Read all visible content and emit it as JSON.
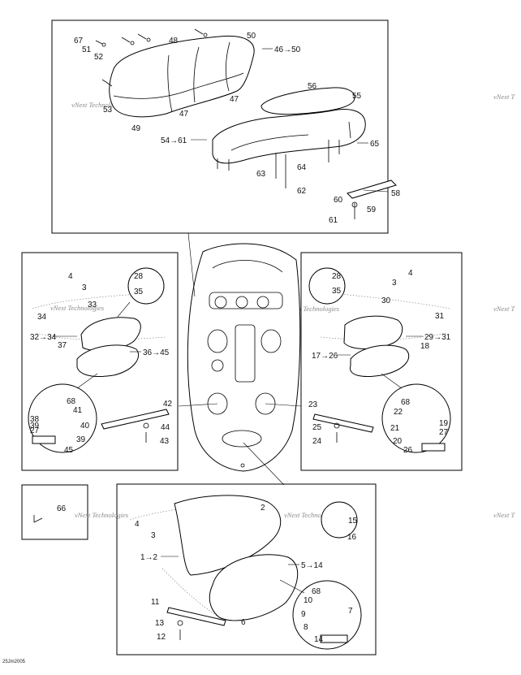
{
  "watermark": "vNext Technologies",
  "code": "25Jm2005",
  "labels": {
    "l1": "67",
    "l2": "51",
    "l3": "52",
    "l4": "48",
    "l5": "50",
    "l6": "46→50",
    "l7": "53",
    "l8": "49",
    "l9": "47",
    "l10": "47",
    "l11": "56",
    "l12": "55",
    "l13": "54→61",
    "l14": "65",
    "l15": "63",
    "l16": "64",
    "l17": "62",
    "l18": "60",
    "l19": "58",
    "l20": "59",
    "l21": "61",
    "l22": "4",
    "l23": "3",
    "l24": "28",
    "l25": "35",
    "l26": "33",
    "l27": "34",
    "l28": "32→34",
    "l29": "37",
    "l30": "36→45",
    "l31": "68",
    "l32": "41",
    "l33": "38",
    "l34": "39",
    "l35": "27",
    "l36": "40",
    "l37": "39",
    "l38": "45",
    "l39": "42",
    "l40": "44",
    "l41": "43",
    "l42": "28",
    "l43": "35",
    "l44": "4",
    "l45": "3",
    "l46": "30",
    "l47": "31",
    "l48": "29→31",
    "l49": "17→26",
    "l50": "18",
    "l51": "23",
    "l52": "25",
    "l53": "24",
    "l54": "68",
    "l55": "22",
    "l56": "19",
    "l57": "21",
    "l58": "27",
    "l59": "20",
    "l60": "26",
    "l61": "66",
    "l62": "2",
    "l63": "4",
    "l64": "3",
    "l65": "15",
    "l66": "16",
    "l67": "1→2",
    "l68": "5→14",
    "l69": "6",
    "l70": "11",
    "l71": "13",
    "l72": "12",
    "l73": "68",
    "l74": "10",
    "l75": "7",
    "l76": "9",
    "l77": "8",
    "l78": "14"
  }
}
